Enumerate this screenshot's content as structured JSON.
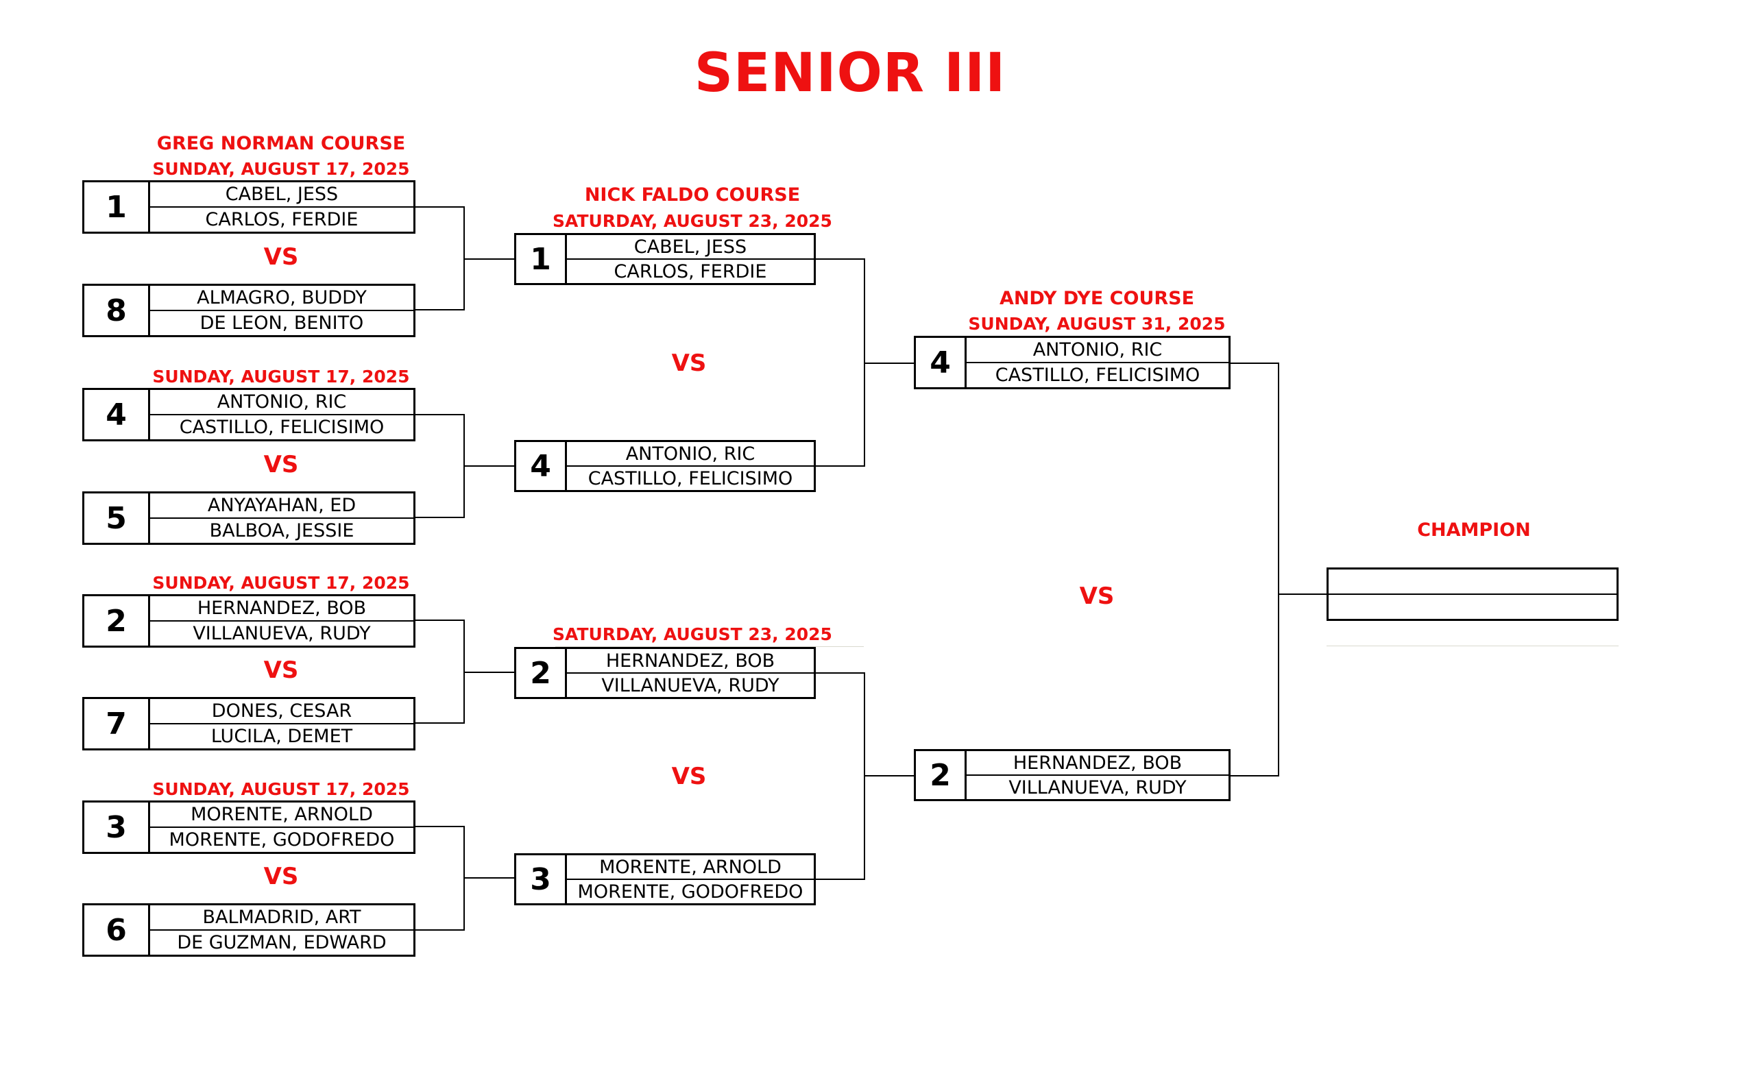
{
  "title": "SENIOR III",
  "round1": {
    "course": "GREG NORMAN COURSE",
    "dates": [
      "SUNDAY, AUGUST 17, 2025",
      "SUNDAY, AUGUST 17, 2025",
      "SUNDAY, AUGUST 17, 2025",
      "SUNDAY, AUGUST 17, 2025"
    ],
    "vs_label": "VS",
    "teams": [
      {
        "seed": "1",
        "players": [
          "CABEL, JESS",
          "CARLOS, FERDIE"
        ]
      },
      {
        "seed": "8",
        "players": [
          "ALMAGRO, BUDDY",
          "DE LEON, BENITO"
        ]
      },
      {
        "seed": "4",
        "players": [
          "ANTONIO, RIC",
          "CASTILLO, FELICISIMO"
        ]
      },
      {
        "seed": "5",
        "players": [
          "ANYAYAHAN, ED",
          "BALBOA, JESSIE"
        ]
      },
      {
        "seed": "2",
        "players": [
          "HERNANDEZ, BOB",
          "VILLANUEVA, RUDY"
        ]
      },
      {
        "seed": "7",
        "players": [
          "DONES, CESAR",
          "LUCILA, DEMET"
        ]
      },
      {
        "seed": "3",
        "players": [
          "MORENTE, ARNOLD",
          "MORENTE, GODOFREDO"
        ]
      },
      {
        "seed": "6",
        "players": [
          "BALMADRID, ART",
          "DE GUZMAN, EDWARD"
        ]
      }
    ]
  },
  "round2": {
    "course": "NICK FALDO COURSE",
    "dates": [
      "SATURDAY, AUGUST 23, 2025",
      "SATURDAY, AUGUST 23, 2025"
    ],
    "vs_label": "VS",
    "teams": [
      {
        "seed": "1",
        "players": [
          "CABEL, JESS",
          "CARLOS, FERDIE"
        ]
      },
      {
        "seed": "4",
        "players": [
          "ANTONIO, RIC",
          "CASTILLO, FELICISIMO"
        ]
      },
      {
        "seed": "2",
        "players": [
          "HERNANDEZ, BOB",
          "VILLANUEVA, RUDY"
        ]
      },
      {
        "seed": "3",
        "players": [
          "MORENTE, ARNOLD",
          "MORENTE, GODOFREDO"
        ]
      }
    ]
  },
  "final": {
    "course": "ANDY DYE COURSE",
    "date": "SUNDAY, AUGUST 31, 2025",
    "vs_label": "VS",
    "teams": [
      {
        "seed": "4",
        "players": [
          "ANTONIO, RIC",
          "CASTILLO, FELICISIMO"
        ]
      },
      {
        "seed": "2",
        "players": [
          "HERNANDEZ, BOB",
          "VILLANUEVA, RUDY"
        ]
      }
    ]
  },
  "champion": {
    "label": "CHAMPION",
    "players": [
      "",
      ""
    ]
  },
  "colors": {
    "accent": "#ee1111",
    "line": "#000000"
  }
}
